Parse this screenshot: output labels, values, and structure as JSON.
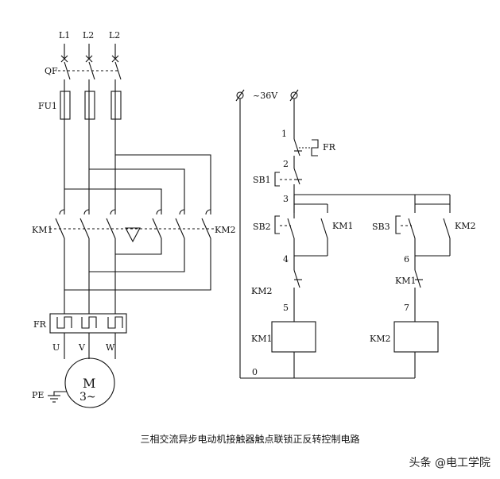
{
  "labels": {
    "l1": "L1",
    "l2a": "L2",
    "l2b": "L2",
    "qf": "QF",
    "fu1": "FU1",
    "km1_main": "KM1",
    "km2_main": "KM2",
    "fr_main": "FR",
    "u": "U",
    "v": "V",
    "w": "W",
    "motor_m": "M",
    "motor_phase": "3~",
    "pe": "PE",
    "supply": "~36V",
    "n1": "1",
    "n2": "2",
    "n3": "3",
    "n4": "4",
    "n5": "5",
    "n6": "6",
    "n7": "7",
    "n0": "0",
    "fr_ctrl": "FR",
    "sb1": "SB1",
    "sb2": "SB2",
    "sb3": "SB3",
    "km1_hold": "KM1",
    "km2_hold": "KM2",
    "km2_interlock": "KM2",
    "km1_interlock": "KM1",
    "km1_coil": "KM1",
    "km2_coil": "KM2"
  },
  "caption": "三相交流异步电动机接触器触点联锁正反转控制电路",
  "watermark": "头条 @电工学院"
}
